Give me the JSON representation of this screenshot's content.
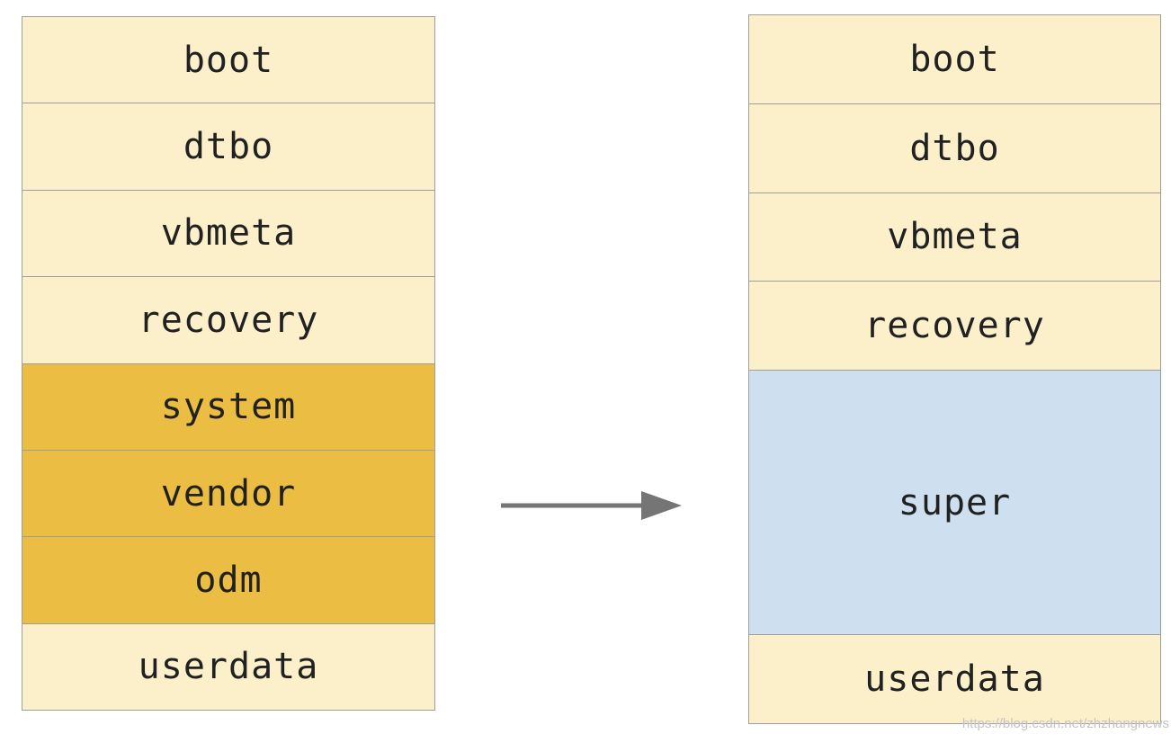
{
  "diagram": {
    "title_implied": "partition layout before and after dynamic partitions",
    "left_stack": {
      "cells": [
        {
          "label": "boot",
          "style": "cream",
          "span": 1
        },
        {
          "label": "dtbo",
          "style": "cream",
          "span": 1
        },
        {
          "label": "vbmeta",
          "style": "cream",
          "span": 1
        },
        {
          "label": "recovery",
          "style": "cream",
          "span": 1
        },
        {
          "label": "system",
          "style": "gold",
          "span": 1
        },
        {
          "label": "vendor",
          "style": "gold",
          "span": 1
        },
        {
          "label": "odm",
          "style": "gold",
          "span": 1
        },
        {
          "label": "userdata",
          "style": "cream",
          "span": 1
        }
      ]
    },
    "right_stack": {
      "cells": [
        {
          "label": "boot",
          "style": "cream",
          "span": 1
        },
        {
          "label": "dtbo",
          "style": "cream",
          "span": 1
        },
        {
          "label": "vbmeta",
          "style": "cream",
          "span": 1
        },
        {
          "label": "recovery",
          "style": "cream",
          "span": 1
        },
        {
          "label": "super",
          "style": "blue",
          "span": 3
        },
        {
          "label": "userdata",
          "style": "cream",
          "span": 1
        }
      ]
    },
    "arrow": {
      "direction": "right"
    }
  },
  "colors": {
    "cream": "#FCF0CB",
    "gold": "#EBBD42",
    "blue": "#CEE0F0",
    "border": "#9E9E9E",
    "text": "#212121",
    "arrow": "#757575",
    "background": "#FFFFFF"
  },
  "watermark": {
    "text": "https://blog.csdn.net/zhzhangnews"
  }
}
